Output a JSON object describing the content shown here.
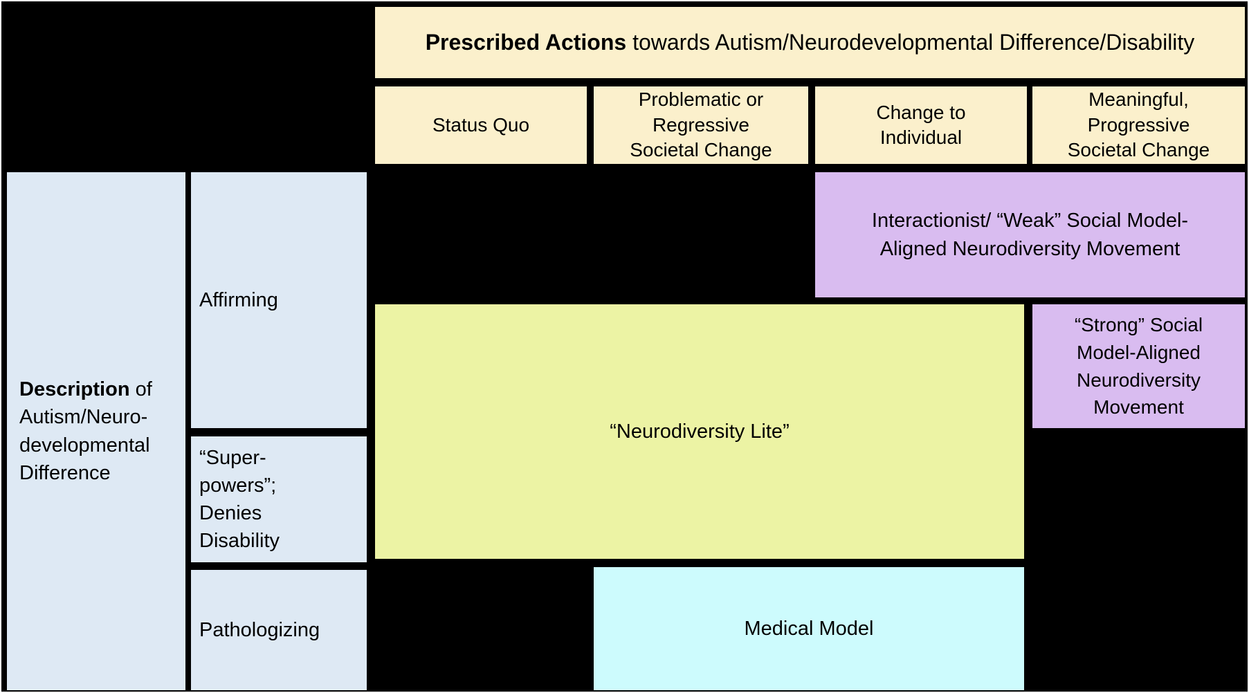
{
  "colors": {
    "header_bg": "#FBF0CC",
    "axis_bg": "#DEE9F4",
    "purple_bg": "#D9BCF0",
    "green_bg": "#ECF3A4",
    "cyan_bg": "#CDFBFD",
    "canvas_bg": "#000000",
    "page_bg": "#FFFFFF",
    "text": "#000000"
  },
  "prescribed_actions_header": {
    "bold": "Prescribed Actions",
    "rest": " towards Autism/Neurodevelopmental Difference/Disability"
  },
  "column_headers": {
    "status_quo": "Status Quo",
    "problematic": "Problematic or\nRegressive\nSocietal Change",
    "change_individual": "Change to\nIndividual",
    "meaningful": "Meaningful,\nProgressive\nSocietal Change"
  },
  "description_axis": {
    "bold": "Description",
    "after_bold": " of",
    "rest": "Autism/Neuro-\ndevelopmental\nDifference"
  },
  "row_headers": {
    "affirming": "Affirming",
    "superpowers": "“Super-\npowers”;\nDenies\nDisability",
    "pathologizing": "Pathologizing"
  },
  "cells": {
    "interactionist": "Interactionist/ “Weak” Social Model-\nAligned Neurodiversity Movement",
    "strong_social": "“Strong” Social\nModel-Aligned\nNeurodiversity\nMovement",
    "neurodiversity_lite": "“Neurodiversity Lite”",
    "medical_model": "Medical Model"
  }
}
